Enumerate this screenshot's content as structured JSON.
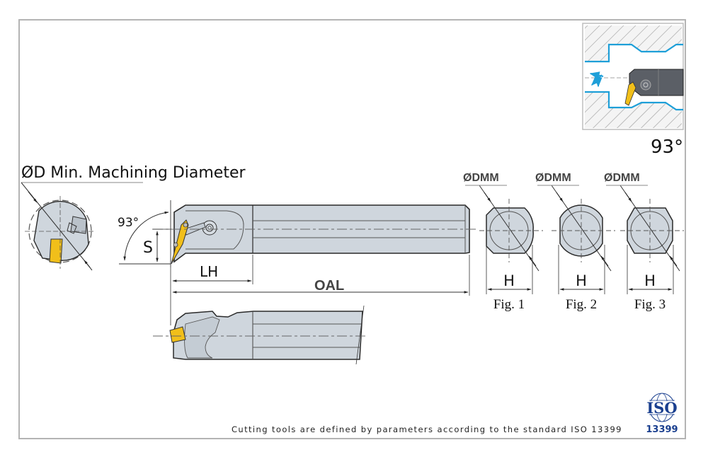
{
  "title_label": "ØD Min. Machining Diameter",
  "angle_label": "93°",
  "inset": {
    "angle_label": "93°"
  },
  "dimensions": {
    "s": "S",
    "lh": "LH",
    "oal": "OAL"
  },
  "cross_sections": [
    {
      "diameter_label": "ØDMM",
      "width_label": "H",
      "caption": "Fig. 1"
    },
    {
      "diameter_label": "ØDMM",
      "width_label": "H",
      "caption": "Fig. 2"
    },
    {
      "diameter_label": "ØDMM",
      "width_label": "H",
      "caption": "Fig. 3"
    }
  ],
  "footer": {
    "note": "Cutting tools are defined by parameters according to the standard ISO 13399",
    "logo_text": "ISO",
    "logo_number": "13399"
  },
  "colors": {
    "body": "#cfd6dd",
    "outline": "#2a2a2a",
    "insert": "#f1bf1a",
    "workpiece_line": "#1e9fd8",
    "logo_blue": "#1a3f8f"
  }
}
